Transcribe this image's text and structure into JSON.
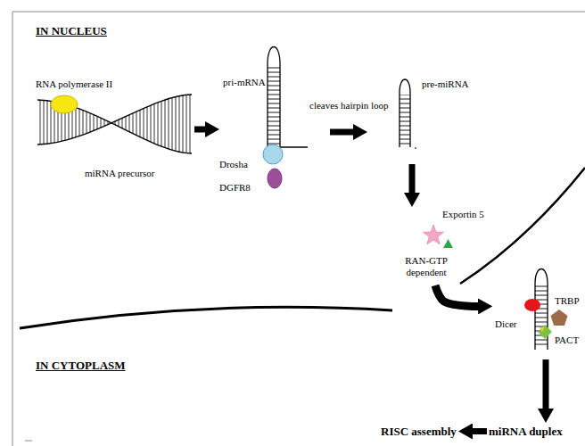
{
  "diagram": {
    "nodes": [
      {
        "text": [
          "RNA polymerase II",
          "miRNA precursor"
        ]
      },
      {
        "text": [
          "pri-mRNA",
          "Drosha",
          "DGFR8"
        ]
      },
      {
        "text": [
          "pre-miRNA"
        ]
      },
      {
        "text": [
          "Exportin 5",
          "RAN-GTP dependent"
        ]
      },
      {
        "text": [
          "Dicer",
          "TRBP",
          "PACT"
        ]
      },
      {
        "text": [
          "miRNA duplex"
        ]
      },
      {
        "text": [
          "RISC assembly"
        ]
      }
    ],
    "edges": [
      {
        "from": 0,
        "to": 1,
        "arrow": "to"
      },
      {
        "from": 1,
        "to": 2,
        "label": "cleaves hairpin loop",
        "arrow": "to"
      },
      {
        "from": 2,
        "to": 3,
        "arrow": "to"
      },
      {
        "from": 3,
        "to": 4,
        "arrow": "to"
      },
      {
        "from": 4,
        "to": 5,
        "arrow": "to"
      },
      {
        "from": 5,
        "to": 6,
        "arrow": "to"
      }
    ],
    "labels": [
      "IN NUCLEUS",
      "IN CYTOPLASM"
    ]
  }
}
